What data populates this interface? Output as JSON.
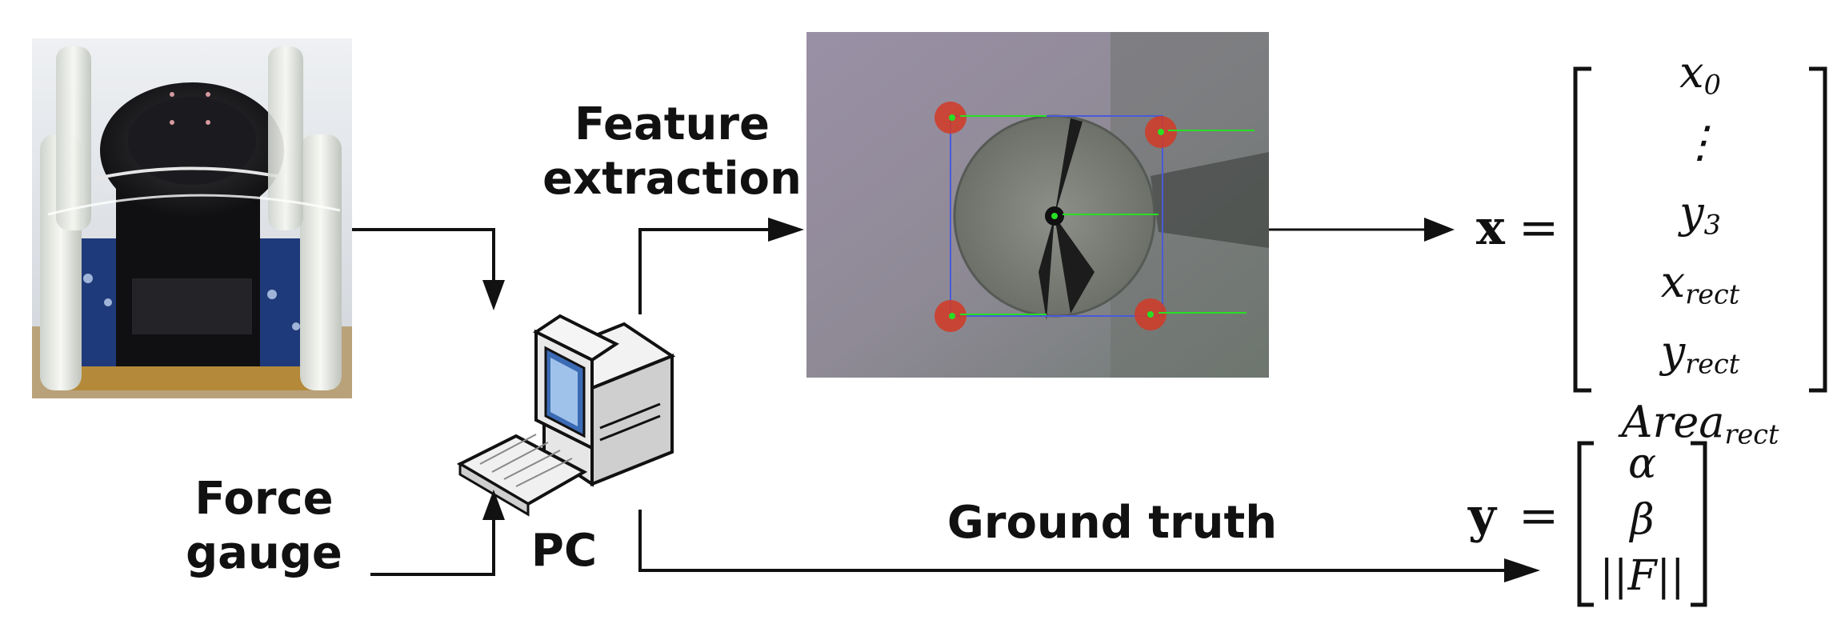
{
  "labels": {
    "feature_extraction_line1": "Feature",
    "feature_extraction_line2": "extraction",
    "force_gauge_line1": "Force",
    "force_gauge_line2": "gauge",
    "pc": "PC",
    "ground_truth": "Ground truth"
  },
  "vector_x": {
    "name": "x",
    "equals": "=",
    "entries": [
      {
        "base": "x",
        "sub": "0"
      },
      {
        "base": "⋮",
        "sub": ""
      },
      {
        "base": "y",
        "sub": "3"
      },
      {
        "base": "x",
        "sub": "rect"
      },
      {
        "base": "y",
        "sub": "rect"
      },
      {
        "base": "Area",
        "sub": "rect"
      }
    ]
  },
  "vector_y": {
    "name": "y",
    "equals": "=",
    "entries": [
      {
        "base": "α",
        "sub": ""
      },
      {
        "base": "β",
        "sub": ""
      },
      {
        "base": "||F||",
        "sub": ""
      }
    ]
  },
  "colors": {
    "arrow": "#111111",
    "marker_red": "#d23a26",
    "feature_green": "#27e024",
    "bbox_blue": "#4a5ad8"
  },
  "icons": [
    "tactile-sensor-photo",
    "pc-computer-icon",
    "camera-frame-image"
  ]
}
